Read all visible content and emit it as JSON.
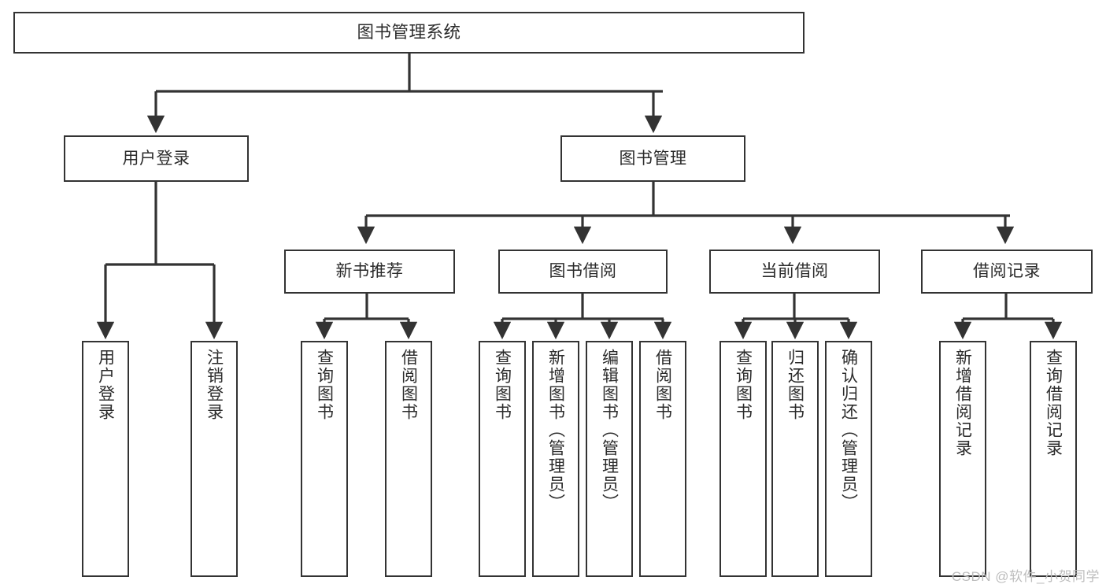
{
  "diagram": {
    "type": "tree-hierarchy",
    "orientation": "top-down",
    "root": {
      "id": "root",
      "label": "图书管理系统"
    },
    "levels": [
      {
        "level": 2,
        "nodes": [
          {
            "id": "user-login",
            "label": "用户登录",
            "parent": "root"
          },
          {
            "id": "book-manage",
            "label": "图书管理",
            "parent": "root"
          }
        ]
      },
      {
        "level": 3,
        "nodes": [
          {
            "id": "new-book-rec",
            "label": "新书推荐",
            "parent": "book-manage"
          },
          {
            "id": "book-borrow",
            "label": "图书借阅",
            "parent": "book-manage"
          },
          {
            "id": "current-borrow",
            "label": "当前借阅",
            "parent": "book-manage"
          },
          {
            "id": "borrow-record",
            "label": "借阅记录",
            "parent": "book-manage"
          }
        ]
      },
      {
        "level": 4,
        "nodes": [
          {
            "id": "leaf-user-login",
            "label": "用户登录",
            "parent": "user-login"
          },
          {
            "id": "leaf-logout",
            "label": "注销登录",
            "parent": "user-login"
          },
          {
            "id": "leaf-query-book-1",
            "label": "查询图书",
            "parent": "new-book-rec"
          },
          {
            "id": "leaf-borrow-book-1",
            "label": "借阅图书",
            "parent": "new-book-rec"
          },
          {
            "id": "leaf-query-book-2",
            "label": "查询图书",
            "parent": "book-borrow"
          },
          {
            "id": "leaf-add-book",
            "label": "新增图书（管理员）",
            "parent": "book-borrow"
          },
          {
            "id": "leaf-edit-book",
            "label": "编辑图书（管理员）",
            "parent": "book-borrow"
          },
          {
            "id": "leaf-borrow-book-2",
            "label": "借阅图书",
            "parent": "book-borrow"
          },
          {
            "id": "leaf-query-book-3",
            "label": "查询图书",
            "parent": "current-borrow"
          },
          {
            "id": "leaf-return-book",
            "label": "归还图书",
            "parent": "current-borrow"
          },
          {
            "id": "leaf-confirm-return",
            "label": "确认归还（管理员）",
            "parent": "current-borrow"
          },
          {
            "id": "leaf-add-record",
            "label": "新增借阅记录",
            "parent": "borrow-record"
          },
          {
            "id": "leaf-query-record",
            "label": "查询借阅记录",
            "parent": "borrow-record"
          }
        ]
      }
    ]
  },
  "watermark": {
    "text": "CSDN @软件_小贺同学"
  },
  "colors": {
    "box_border": "#333333",
    "box_fill": "#ffffff",
    "connector": "#333333",
    "text": "#2b2b2b",
    "watermark": "#bdbdbd",
    "background": "#ffffff"
  }
}
